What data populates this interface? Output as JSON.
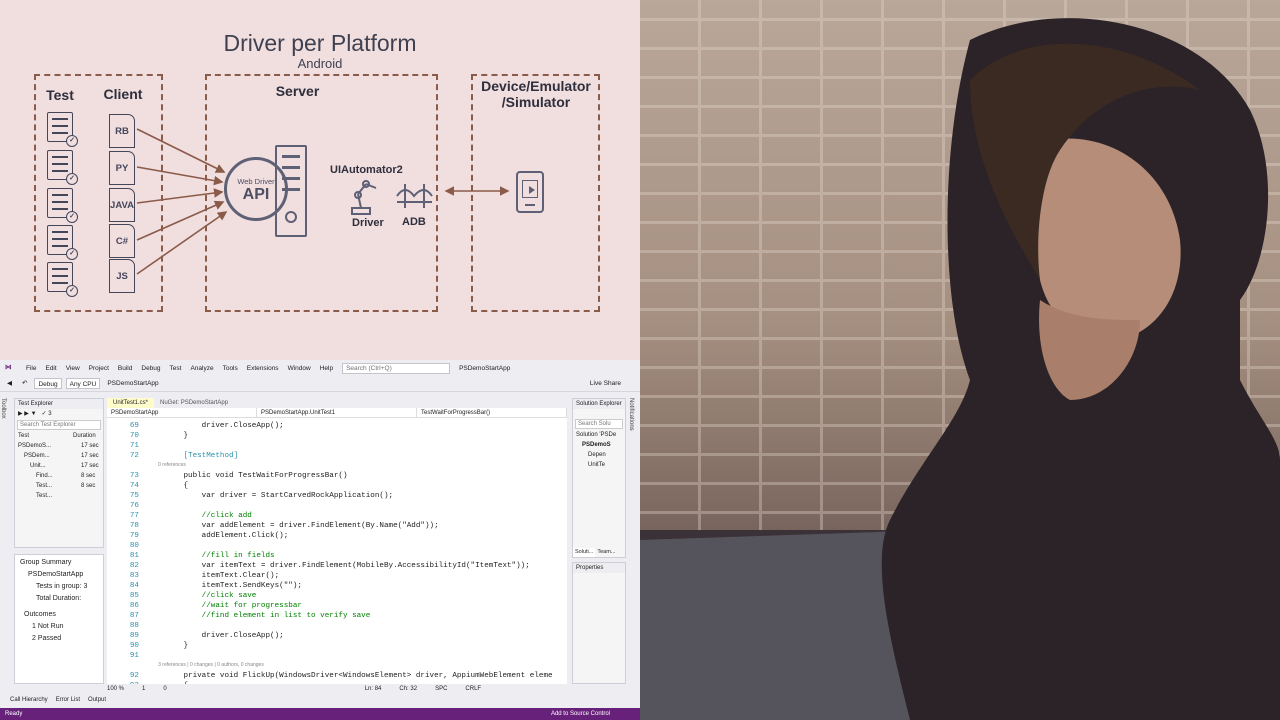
{
  "slide": {
    "title": "Driver per Platform",
    "subtitle": "Android",
    "sections": {
      "test": "Test",
      "client": "Client",
      "server": "Server",
      "device": "Device/Emulator\n/Simulator"
    },
    "languages": [
      "RB",
      "PY",
      "JAVA",
      "C#",
      "JS"
    ],
    "api_small": "Web Driver",
    "api_big": "API",
    "uiautomator": "UIAutomator2",
    "driver_label": "Driver",
    "adb_label": "ADB"
  },
  "vs": {
    "menu": [
      "File",
      "Edit",
      "View",
      "Project",
      "Build",
      "Debug",
      "Test",
      "Analyze",
      "Tools",
      "Extensions",
      "Window",
      "Help"
    ],
    "search_placeholder": "Search (Ctrl+Q)",
    "solution_name": "PSDemoStartApp",
    "toolbar": {
      "config": "Debug",
      "platform": "Any CPU",
      "start": "PSDemoStartApp",
      "live_share": "Live Share"
    },
    "test_explorer": {
      "title": "Test Explorer",
      "count": "3",
      "search_placeholder": "Search Test Explorer",
      "col_test": "Test",
      "col_duration": "Duration",
      "rows": [
        {
          "name": "PSDemoS...",
          "dur": "17 sec"
        },
        {
          "name": "PSDem...",
          "dur": "17 sec"
        },
        {
          "name": "Unit...",
          "dur": "17 sec"
        },
        {
          "name": "Find...",
          "dur": "8 sec"
        },
        {
          "name": "Test...",
          "dur": "8 sec"
        },
        {
          "name": "Test...",
          "dur": ""
        }
      ]
    },
    "group_summary": {
      "title": "Group Summary",
      "project": "PSDemoStartApp",
      "tests_in_group": "Tests in group:  3",
      "total_duration": "Total Duration:",
      "outcomes": "Outcomes",
      "not_run": "1  Not  Run",
      "passed": "2  Passed"
    },
    "tabs": [
      "UnitTest1.cs*",
      "NuGet: PSDemoStartApp"
    ],
    "nav": [
      "PSDemoStartApp",
      "PSDemoStartApp.UnitTest1",
      "TestWaitForProgressBar()"
    ],
    "code_lines": [
      {
        "n": "69",
        "t": "            driver.CloseApp();"
      },
      {
        "n": "70",
        "t": "        }"
      },
      {
        "n": "71",
        "t": ""
      },
      {
        "n": "72",
        "t": "        [TestMethod]"
      },
      {
        "n": "",
        "t": "        0 references"
      },
      {
        "n": "73",
        "t": "        public void TestWaitForProgressBar()"
      },
      {
        "n": "74",
        "t": "        {"
      },
      {
        "n": "75",
        "t": "            var driver = StartCarvedRockApplication();"
      },
      {
        "n": "76",
        "t": ""
      },
      {
        "n": "77",
        "t": "            //click add"
      },
      {
        "n": "78",
        "t": "            var addElement = driver.FindElement(By.Name(\"Add\"));"
      },
      {
        "n": "79",
        "t": "            addElement.Click();"
      },
      {
        "n": "80",
        "t": ""
      },
      {
        "n": "81",
        "t": "            //fill in fields"
      },
      {
        "n": "82",
        "t": "            var itemText = driver.FindElement(MobileBy.AccessibilityId(\"ItemText\"));"
      },
      {
        "n": "83",
        "t": "            itemText.Clear();"
      },
      {
        "n": "84",
        "t": "            itemText.SendKeys(\"\");"
      },
      {
        "n": "85",
        "t": "            //click save"
      },
      {
        "n": "86",
        "t": "            //wait for progressbar"
      },
      {
        "n": "87",
        "t": "            //find element in list to verify save"
      },
      {
        "n": "88",
        "t": ""
      },
      {
        "n": "89",
        "t": "            driver.CloseApp();"
      },
      {
        "n": "90",
        "t": "        }"
      },
      {
        "n": "91",
        "t": ""
      },
      {
        "n": "",
        "t": "        3 references | 0 changes | 0 authors, 0 changes"
      },
      {
        "n": "92",
        "t": "        private void FlickUp(WindowsDriver<WindowsElement> driver, AppiumWebElement eleme"
      },
      {
        "n": "93",
        "t": "        {"
      }
    ],
    "editor_status": {
      "zoom": "100 %",
      "errors": "1",
      "warnings": "0",
      "line": "Ln: 84",
      "col": "Ch: 32",
      "spc": "SPC",
      "crlf": "CRLF"
    },
    "solution_explorer": {
      "title": "Solution Explorer",
      "search": "Search Solu",
      "items": [
        "Solution 'PSDe",
        "PSDemoS",
        "Depen",
        "UnitTe"
      ],
      "tabs": [
        "Soluti...",
        "Team..."
      ]
    },
    "properties_title": "Properties",
    "bottom_tabs": [
      "Call Hierarchy",
      "Error List",
      "Output"
    ],
    "status": {
      "left": "Ready",
      "right": "Add to Source Control"
    }
  },
  "colors": {
    "slide_bg": "#f1dedf",
    "dash": "#8a5b48",
    "arrow": "#8a5b48",
    "vs_purple": "#68217a"
  }
}
